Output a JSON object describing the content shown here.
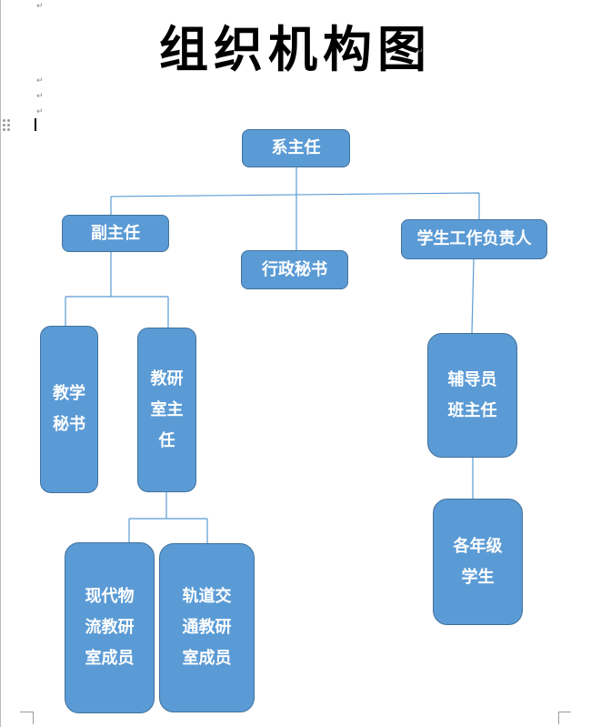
{
  "title": "组织机构图",
  "nodes": {
    "dept_head": "系主任",
    "deputy_head": "副主任",
    "admin_secretary": "行政秘书",
    "student_affairs": "学生工作负责人",
    "teaching_secretary": [
      "教学",
      "秘书"
    ],
    "research_director": [
      "教研",
      "室主",
      "任"
    ],
    "logistics_members": [
      "现代物",
      "流教研",
      "室成员"
    ],
    "rail_members": [
      "轨道交",
      "通教研",
      "室成员"
    ],
    "counselor": [
      "辅导员",
      "班主任"
    ],
    "students": [
      "各年级",
      "学生"
    ]
  },
  "marks": {
    "paragraph": "↵",
    "cell_end": "↵"
  },
  "colors": {
    "node_fill": "#5b9bd5",
    "node_border": "#41719c",
    "connector": "#5b9bd5"
  }
}
